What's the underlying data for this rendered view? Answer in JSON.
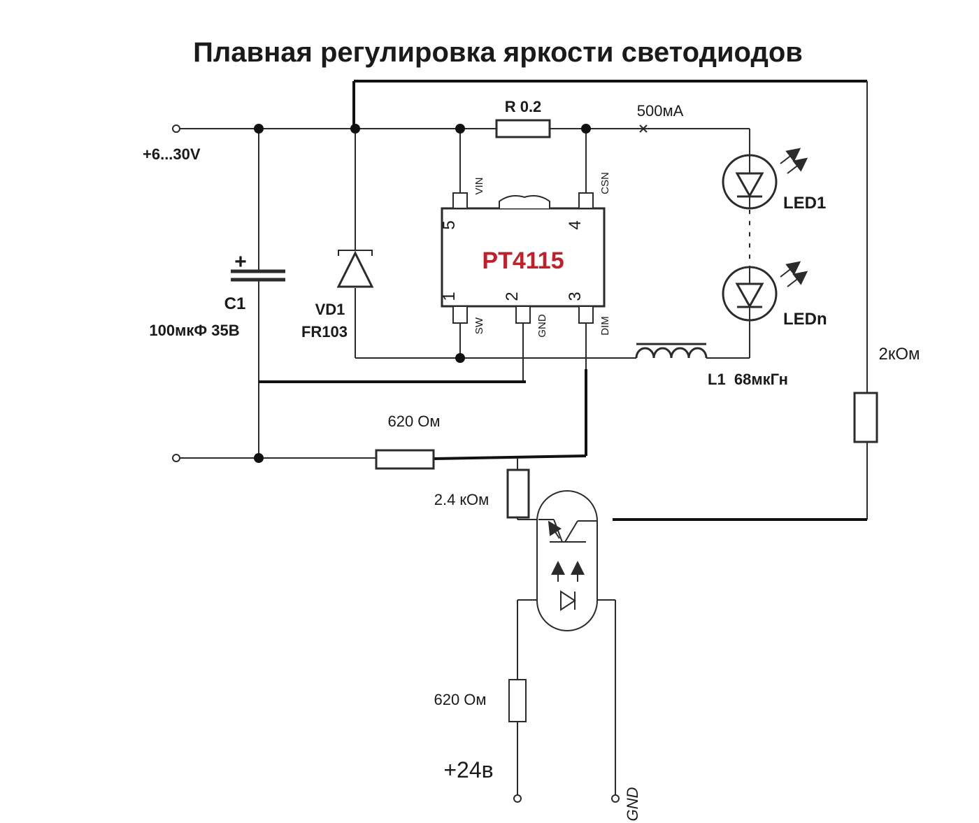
{
  "title": "Плавная регулировка яркости светодиодов",
  "colors": {
    "wire": "#2b2b2b",
    "chip_label": "#c0202a",
    "background": "#ffffff"
  },
  "supply": {
    "label": "+6...30V"
  },
  "capacitor": {
    "ref": "C1",
    "value": "100мкФ 35В",
    "polarity": "+"
  },
  "diode": {
    "ref": "VD1",
    "part": "FR103"
  },
  "resistor_sense": {
    "label": "R 0.2"
  },
  "current": {
    "label": "500мА"
  },
  "chip": {
    "name": "PT4115",
    "pins": [
      {
        "num": "1",
        "name": "SW"
      },
      {
        "num": "2",
        "name": "GND"
      },
      {
        "num": "3",
        "name": "DIM"
      },
      {
        "num": "4",
        "name": "CSN"
      },
      {
        "num": "5",
        "name": "VIN"
      }
    ]
  },
  "leds": {
    "first": "LED1",
    "last": "LEDn"
  },
  "inductor": {
    "label": "L1  68мкГн"
  },
  "resistors": {
    "r_2k": "2кОм",
    "r_620_top": "620 Ом",
    "r_2_4k": "2.4 кОм",
    "r_620_bottom": "620 Ом"
  },
  "inputs": {
    "plus24": "+24в",
    "gnd": "GND"
  }
}
